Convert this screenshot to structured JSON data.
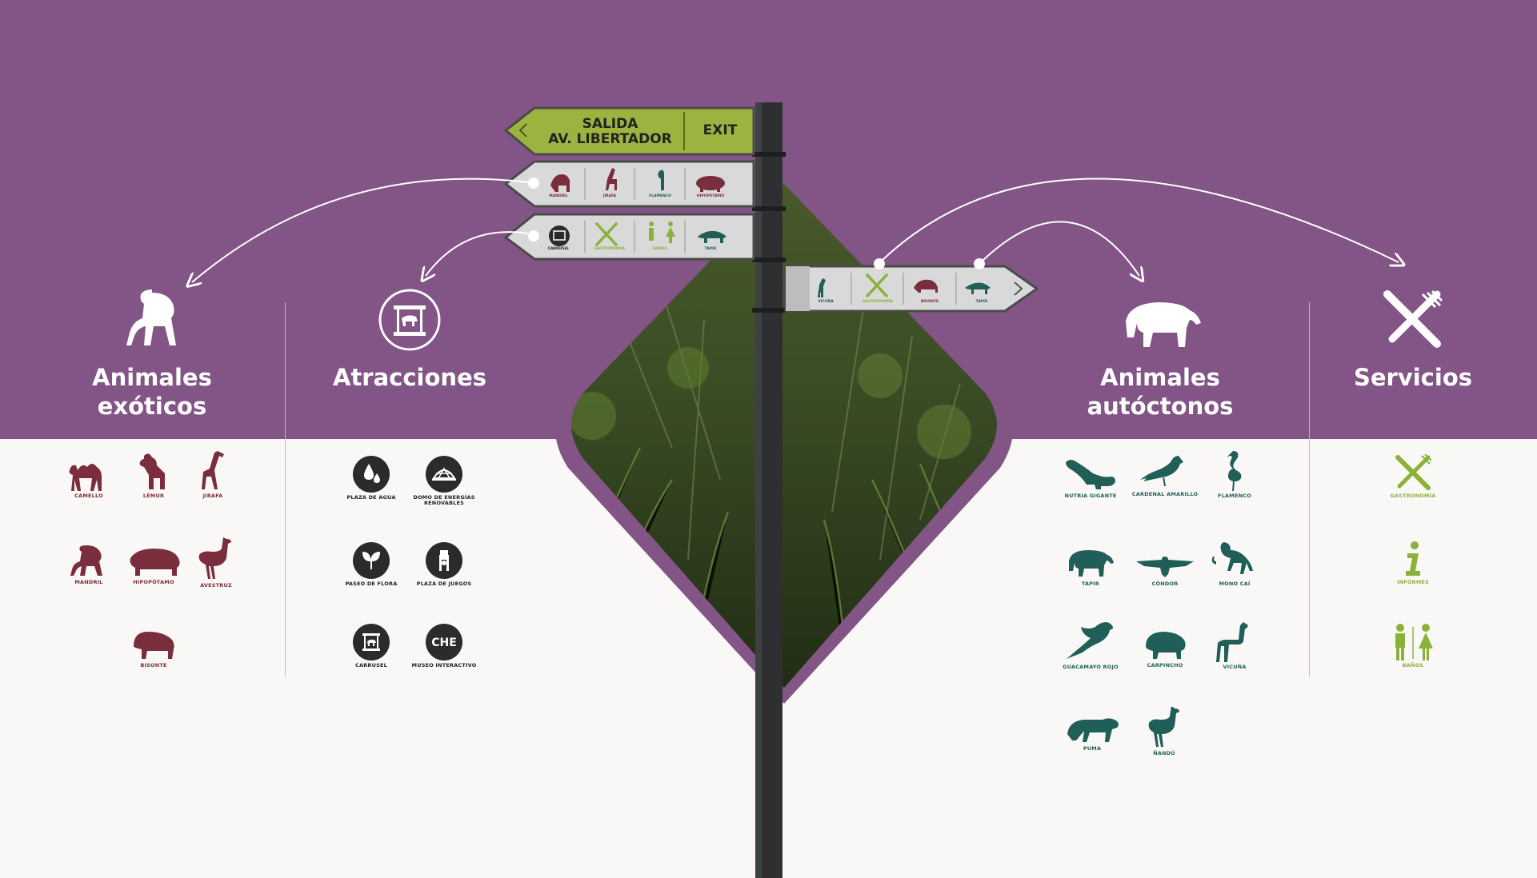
{
  "sign": {
    "exit_line1": "SALIDA",
    "exit_line2": "AV. LIBERTADOR",
    "exit_word": "EXIT",
    "board2": [
      "MANDRIL",
      "JIRAFA",
      "FLAMENCO",
      "HIPOPÓTAMO"
    ],
    "board3": [
      "CARRUSEL",
      "GASTRONOMÍA",
      "BAÑOS",
      "TAPIR"
    ],
    "board4": [
      "VICUÑA",
      "GASTRONOMÍA",
      "BISONTE",
      "TAPIR"
    ]
  },
  "categories": {
    "exoticos": {
      "title": "Animales\nexóticos",
      "icon": "baboon-icon",
      "items": [
        "CAMELLO",
        "LÉMUR",
        "JIRAFA",
        "MANDRIL",
        "HIPOPÓTAMO",
        "AVESTRUZ",
        "BISONTE"
      ]
    },
    "atracciones": {
      "title": "Atracciones",
      "icon": "carousel-icon",
      "items": [
        "PLAZA DE AGUA",
        "DOMO DE ENERGÍAS RENOVABLES",
        "PASEO DE FLORA",
        "PLAZA DE JUEGOS",
        "CARRUSEL",
        "MUSEO INTERACTIVO"
      ],
      "museo_badge": "CHE"
    },
    "autoctonos": {
      "title": "Animales\nautóctonos",
      "icon": "tapir-icon",
      "items": [
        "NUTRIA GIGANTE",
        "CARDENAL AMARILLO",
        "FLAMENCO",
        "TAPIR",
        "CÓNDOR",
        "MONO CAÍ",
        "GUACAMAYO ROJO",
        "CARPINCHO",
        "VICUÑA",
        "PUMA",
        "ÑANDÚ"
      ]
    },
    "servicios": {
      "title": "Servicios",
      "icon": "fork-knife-icon",
      "items": [
        "GASTRONOMÍA",
        "INFORMES",
        "BAÑOS"
      ]
    }
  },
  "colors": {
    "purple": "#835586",
    "maroon": "#7a2e3d",
    "teal": "#1f5f57",
    "green": "#8ab23a",
    "sign_green": "#9cb43f",
    "dark": "#2b2b2b"
  }
}
